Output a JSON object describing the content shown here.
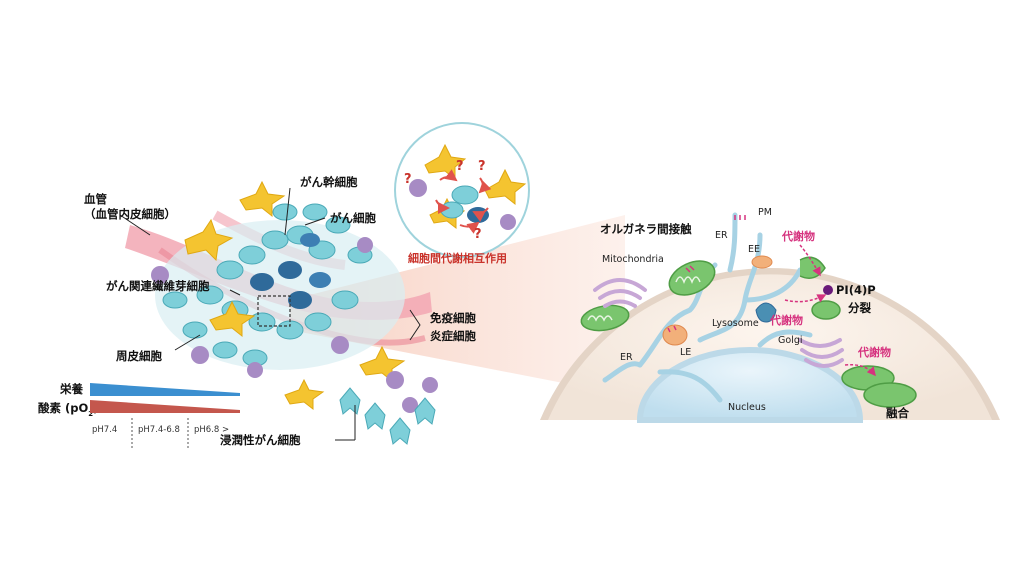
{
  "labels": {
    "blood_vessel": "血管",
    "blood_vessel_sub": "（血管内皮細胞）",
    "cancer_stem_cell": "がん幹細胞",
    "cancer_cell": "がん細胞",
    "caf": "がん関連繊維芽細胞",
    "pericyte": "周皮細胞",
    "immune_cell": "免疫細胞",
    "inflammatory_cell": "炎症細胞",
    "invasive_cancer_cell": "浸潤性がん細胞",
    "intercellular": "細胞間代謝相互作用",
    "question": "?",
    "organelle_contact": "オルガネラ間接触",
    "pm": "PM",
    "er_top": "ER",
    "ee": "EE",
    "metabolite_1": "代謝物",
    "metabolite_2": "代謝物",
    "metabolite_3": "代謝物",
    "pi4p": "PI(4)P",
    "fission": "分裂",
    "mitochondria": "Mitochondria",
    "lysosome": "Lysosome",
    "golgi": "Golgi",
    "er_bottom": "ER",
    "le": "LE",
    "nucleus": "Nucleus",
    "fusion": "融合"
  },
  "gradient": {
    "nutrient": "栄養",
    "oxygen_prefix": "酸素 (pO",
    "oxygen_sub": "2",
    "oxygen_suffix": ")",
    "ph_labels": [
      "pH7.4",
      "pH7.4-6.8",
      "pH6.8 >"
    ]
  },
  "colors": {
    "cancer_cell": "#7ecfd9",
    "stem_cell": "#2f6a9a",
    "caf": "#f4c430",
    "immune": "#a78bc4",
    "vessel": "#f2a7b3",
    "mito": "#7ac56e",
    "nutrient_bar": "#3b8fd0",
    "oxygen_bar": "#c4574d",
    "accent_red": "#c9332b",
    "accent_magenta": "#d6337f"
  }
}
